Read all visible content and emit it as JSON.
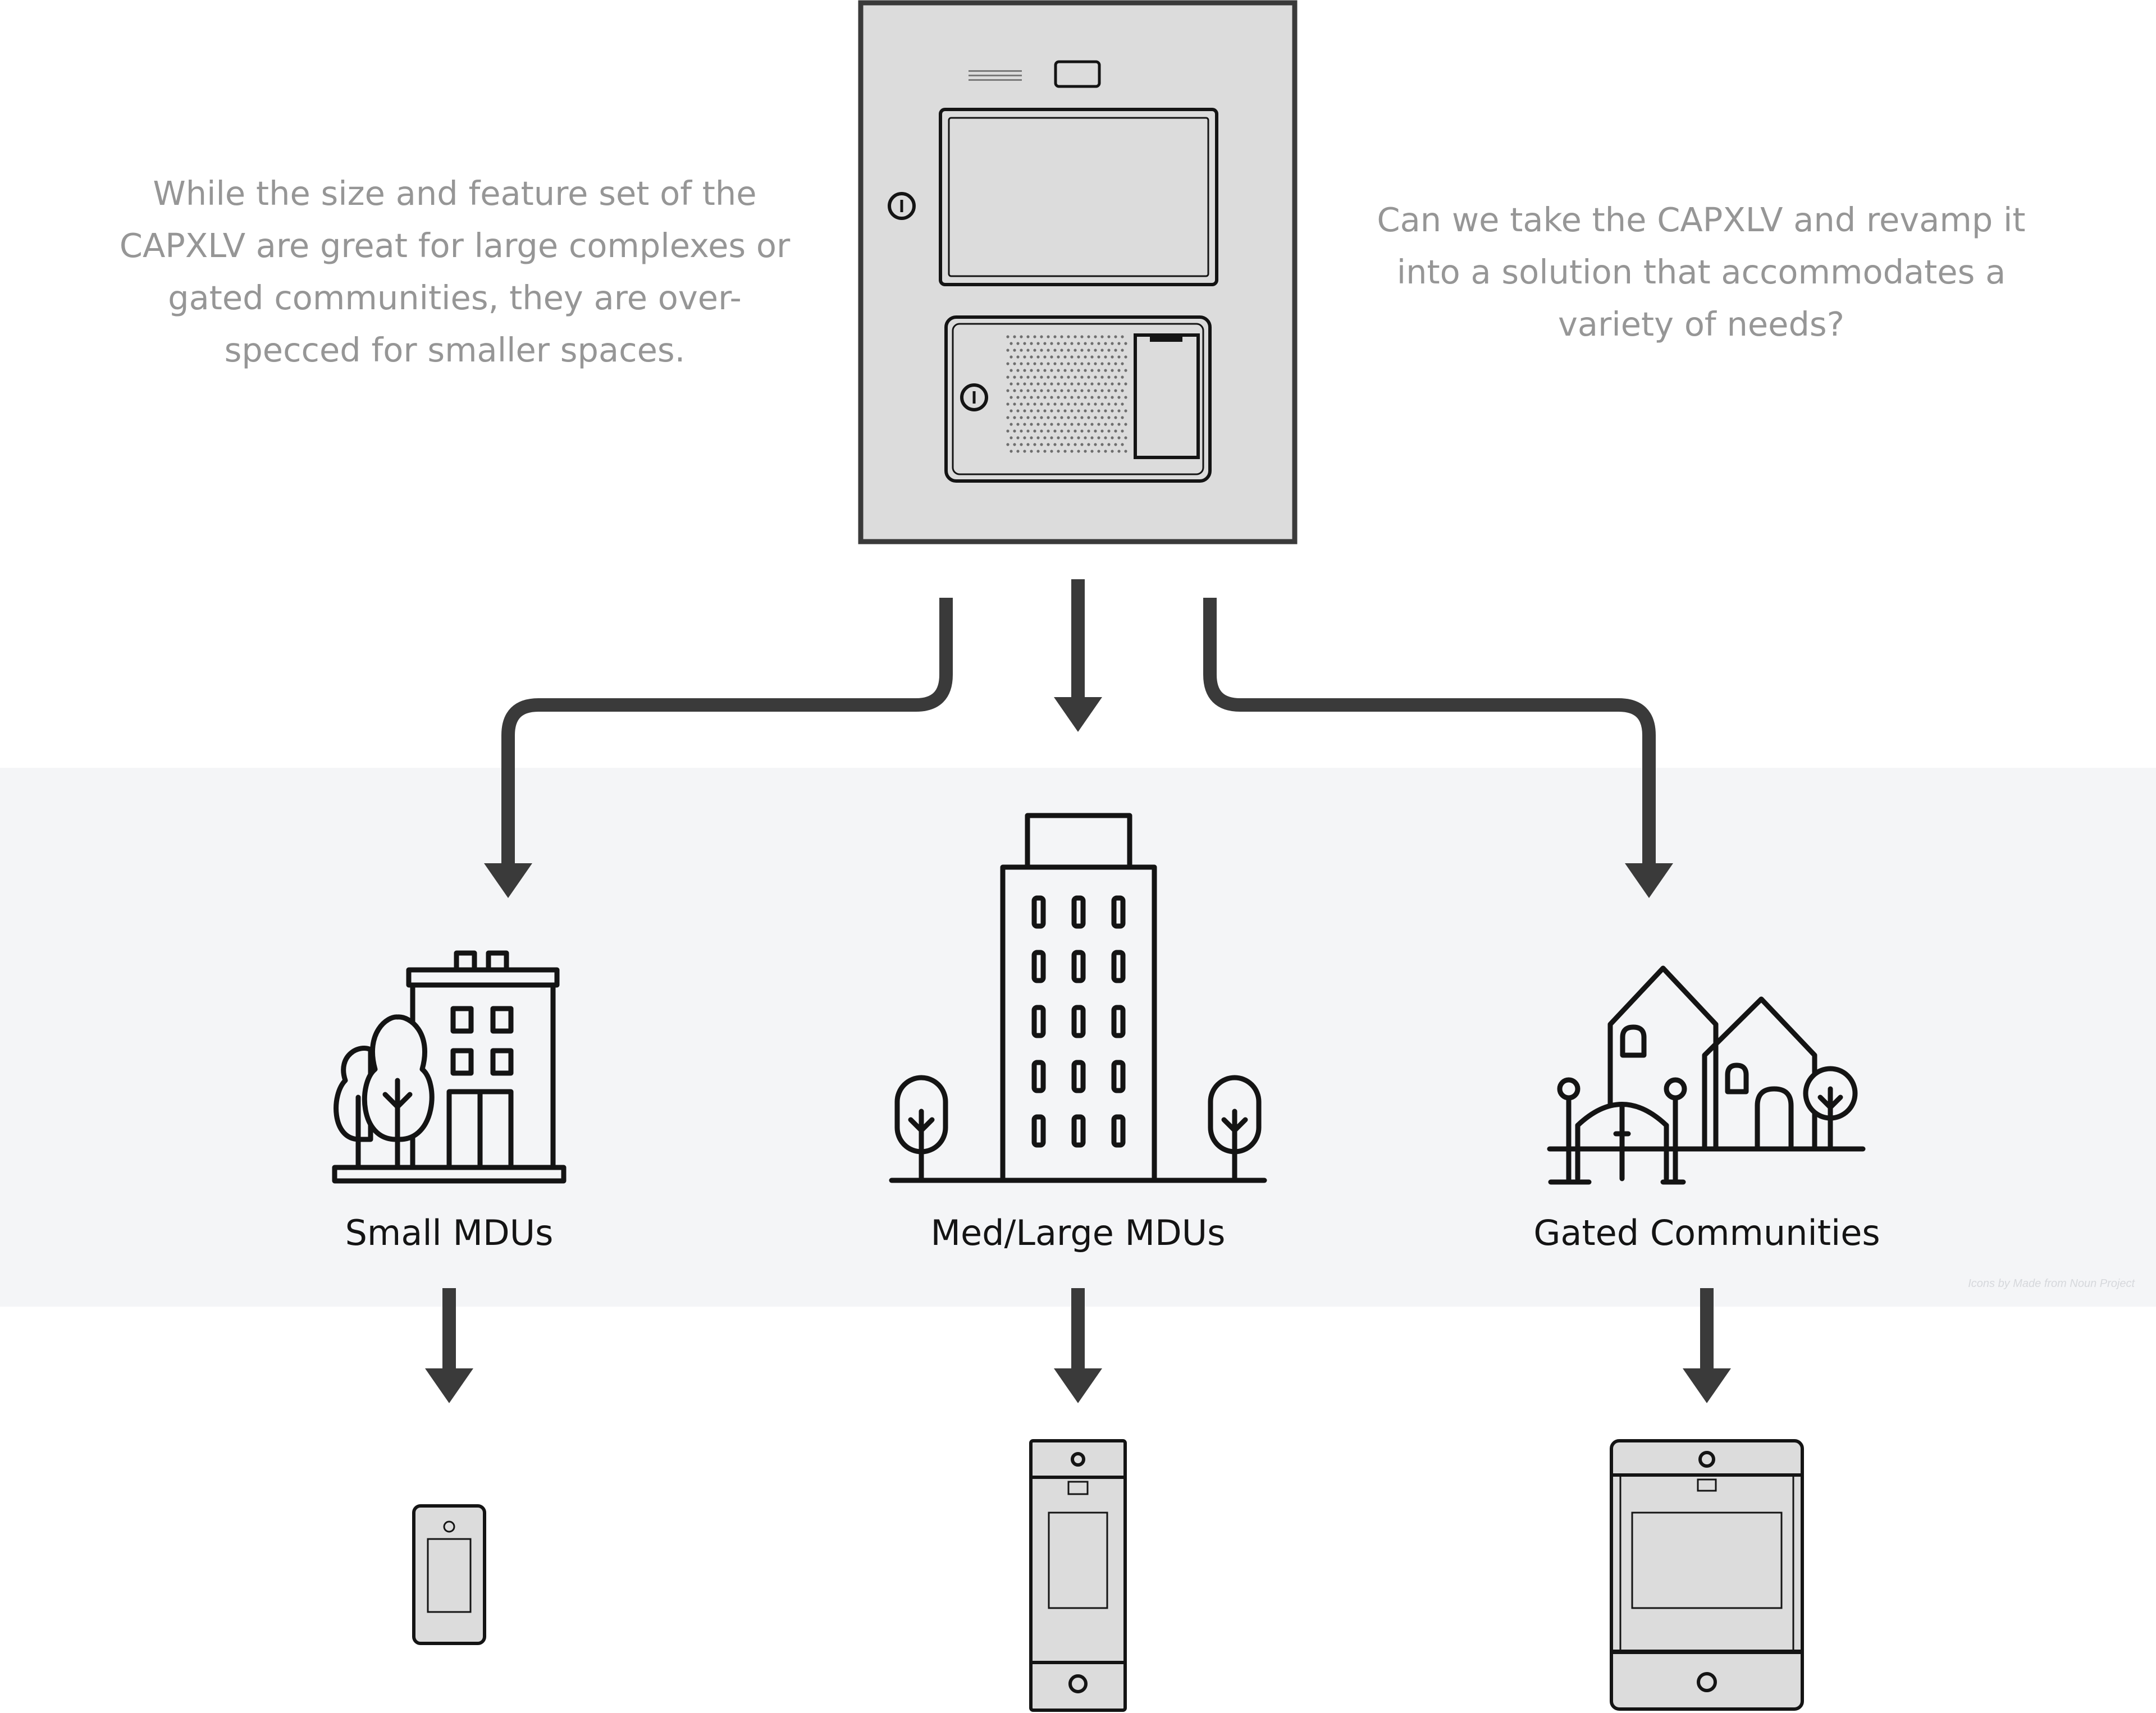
{
  "intro": {
    "left_text": "While the size and feature set of the CAPXLV are great for large complexes or gated communities, they are over-specced for smaller spaces.",
    "right_text": "Can we take the CAPXLV and revamp it into a solution that accommodates a variety of needs?"
  },
  "segments": [
    {
      "label": "Small MDUs",
      "icon": "small-building-with-trees-icon"
    },
    {
      "label": "Med/Large MDUs",
      "icon": "tall-tower-with-trees-icon"
    },
    {
      "label": "Gated Communities",
      "icon": "houses-with-gate-icon"
    }
  ],
  "credit": "Icons by Made from Noun Project",
  "colors": {
    "stroke": "#141414",
    "arrow": "#3a3a3a",
    "device_fill": "#dcdcdc",
    "band": "#f4f5f7",
    "caption_gray": "#969696"
  }
}
